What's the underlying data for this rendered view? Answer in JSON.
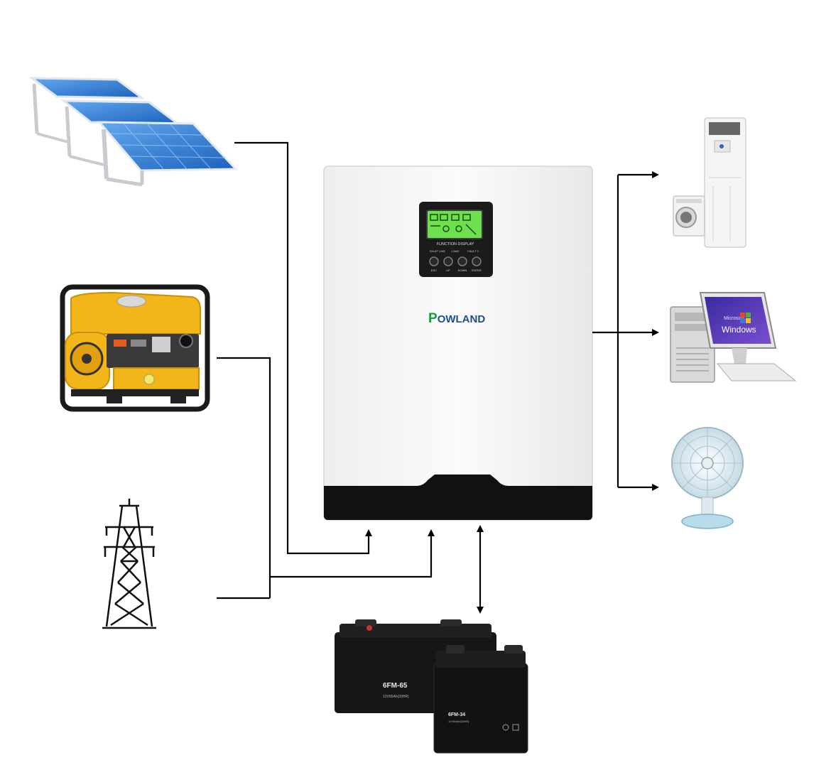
{
  "brand": {
    "name": "POWLAND",
    "first_letter": "P",
    "rest": "OWLAND"
  },
  "lcd": {
    "function_label": "FUNCTION DISPLAY",
    "row_labels": [
      "FAULT LINE",
      "LOAD",
      "FAULT 2"
    ],
    "buttons": [
      "ESC",
      "UP",
      "DOWN",
      "ENTER"
    ]
  },
  "batteries": {
    "large_model": "6FM-65",
    "large_spec": "12V65Ah(20HR)",
    "small_model": "6FM-34",
    "small_spec": "12V34Ah(20HR)"
  },
  "monitor": {
    "brand_text": "Microsoft",
    "os_text": "Windows"
  },
  "inputs": [
    "solar-panels",
    "generator",
    "power-grid"
  ],
  "outputs": [
    "air-conditioner",
    "washing-machine",
    "computer",
    "fan"
  ],
  "colors": {
    "line": "#000000",
    "panel_blue": "#2f7fd6",
    "generator_yellow": "#f2b51a",
    "inverter_body": "#f7f7f7",
    "inverter_base": "#111111",
    "lcd_green": "#6ee050",
    "brand_green": "#1c9a3c",
    "brand_blue": "#1e4d8c"
  }
}
